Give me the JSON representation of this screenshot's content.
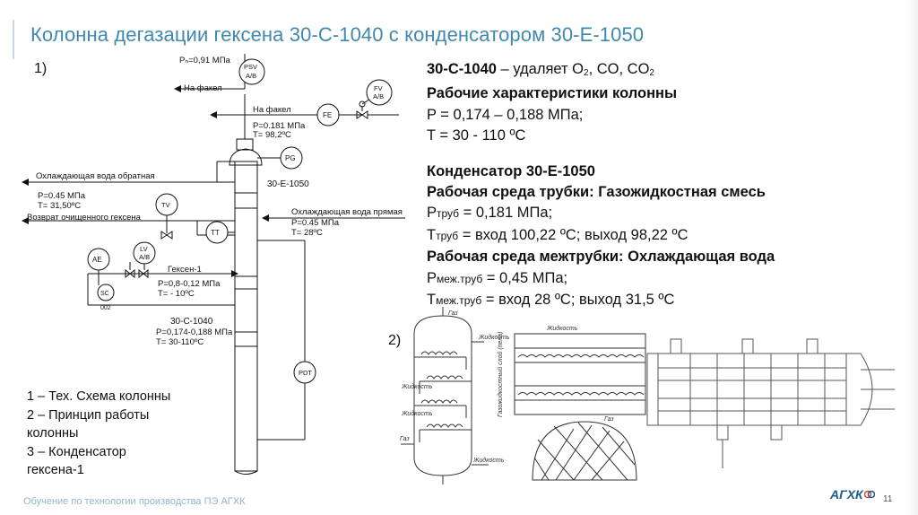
{
  "title": "Колонна дегазации гексена 30-С-1040 с конденсатором 30-Е-1050",
  "labels": {
    "scheme": "1)",
    "drawings": "2)"
  },
  "scheme": {
    "psv_pressure": "Pₙ=0,91 МПа",
    "psv": [
      "PSV",
      "A/B"
    ],
    "fv": [
      "FV",
      "A/B"
    ],
    "to_flare_1": "На факел",
    "to_flare_2": "На факел",
    "fe": "FE",
    "flare_p": "P=0.181 МПа",
    "flare_t": "T= 98,2ºC",
    "pg": "PG",
    "cw_return": "Охлаждающая вода обратная",
    "cw_return_p": "P=0.45 МПа",
    "cw_return_t": "T= 31,50ºC",
    "condenser": "30-E-1050",
    "tv": "TV",
    "cw_supply": "Охлаждающая вода прямая",
    "cw_supply_p": "P=0.45 МПа",
    "cw_supply_t": "T= 28ºC",
    "hexene_return": "Возврат очищенного гексена",
    "tt": "TT",
    "ae": "AE",
    "lv": [
      "LV",
      "A/B"
    ],
    "hexene_feed": "Гексен-1",
    "feed_p": "P=0,8-0,12 МПа",
    "feed_t": "T= - 10ºC",
    "sc": "SC",
    "sc_num": "002",
    "column": "30-C-1040",
    "column_p": "P=0,174-0,188 МПа",
    "column_t": "T= 30-110ºC",
    "pdt": "PDT"
  },
  "drawing_labels": {
    "gas_top": "Газ",
    "liquid_1": "Жидкость",
    "liquid_2": "Жидкость",
    "liquid_3": "Жидкость",
    "gas_bottom": "Газ",
    "liquid_bottom": "Жидкость",
    "liquid_tray": "Жидкость",
    "gas_tray": "Газ",
    "gasliquid": "Газожидкостный слой (пена)"
  },
  "info": {
    "line1_bold": "30-C-1040",
    "line1_rest": " – удаляет O",
    "line1_sub": "2",
    "line1_rest2": ", CO, CO",
    "line1_sub2": "2",
    "line2": "Рабочие характеристики колонны",
    "line3": "P = 0,174 – 0,188 МПа;",
    "line4": "T = 30 - 110 ºC",
    "line5": "Конденсатор 30-E-1050",
    "line6": "Рабочая среда трубки: Газожидкостная смесь",
    "line7_p": "P",
    "line7_sub": "труб",
    "line7_rest": " = 0,181 МПа;",
    "line8_p": "T",
    "line8_sub": "труб",
    "line8_rest": " = вход 100,22 ºC; выход 98,22 ºC",
    "line9": "Рабочая среда межтрубки: Охлаждающая вода",
    "line10_p": "P",
    "line10_sub": "меж.труб",
    "line10_rest": " = 0,45 МПа;",
    "line11_p": "T",
    "line11_sub": "меж.труб",
    "line11_rest": " = вход 28 ºC; выход 31,5 ºC"
  },
  "legend": [
    "1 – Тех. Схема колонны",
    "2 – Принцип работы",
    "колонны",
    "3 – Конденсатор",
    "гексена-1"
  ],
  "footer": "Обучение по технологии производства ПЭ АГХК",
  "logo": "АГХК",
  "page_number": "11",
  "colors": {
    "title": "#3f88b0",
    "footer": "#8fb6cc",
    "logo": "#1a5d8f"
  }
}
